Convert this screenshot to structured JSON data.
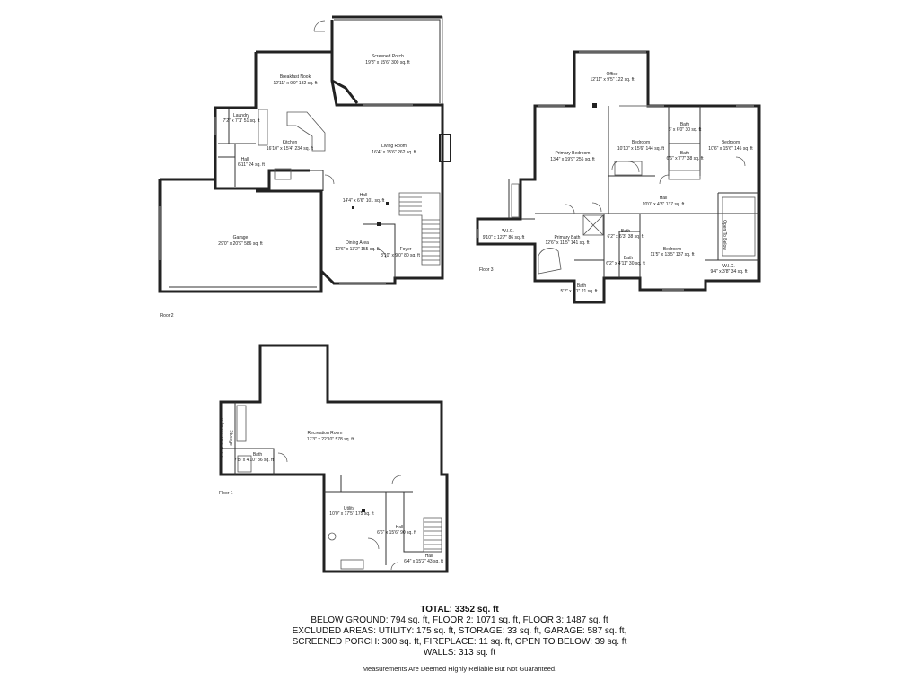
{
  "floors": {
    "floor2": {
      "name": "Floor 2",
      "rooms": {
        "screened_porch": {
          "name": "Screened Porch",
          "dims": "19'8\" x 15'6\" 300 sq. ft"
        },
        "breakfast_nook": {
          "name": "Breakfast Nook",
          "dims": "12'11\" x 9'9\" 132 sq. ft"
        },
        "laundry": {
          "name": "Laundry",
          "dims": "7'2\" x 7'1\" 51 sq. ft"
        },
        "kitchen": {
          "name": "Kitchen",
          "dims": "16'10\" x 15'4\" 234 sq. ft"
        },
        "living_room": {
          "name": "Living Room",
          "dims": "16'4\" x 15'6\" 262 sq. ft"
        },
        "hall_small": {
          "name": "Hall",
          "dims": "6'11\" 24 sq. ft"
        },
        "hall": {
          "name": "Hall",
          "dims": "14'4\" x 6'6\" 101 sq. ft"
        },
        "garage": {
          "name": "Garage",
          "dims": "29'0\" x 20'9\" 586 sq. ft"
        },
        "dining_area": {
          "name": "Dining Area",
          "dims": "12'6\" x 13'2\" 155 sq. ft"
        },
        "foyer": {
          "name": "Foyer",
          "dims": "8'10\" x 9'0\" 80 sq. ft"
        }
      }
    },
    "floor3": {
      "name": "Floor 3",
      "rooms": {
        "office": {
          "name": "Office",
          "dims": "12'11\" x 9'5\" 122 sq. ft"
        },
        "primary_bedroom": {
          "name": "Primary Bedroom",
          "dims": "13'4\" x 19'9\" 256 sq. ft"
        },
        "bedroom_a": {
          "name": "Bedroom",
          "dims": "10'10\" x 15'6\" 144 sq. ft"
        },
        "bath_a": {
          "name": "Bath",
          "dims": "5' x 6'0\" 30 sq. ft"
        },
        "bath_b": {
          "name": "Bath",
          "dims": "6'6\" x 7'7\" 38 sq. ft"
        },
        "bedroom_b": {
          "name": "Bedroom",
          "dims": "10'6\" x 15'6\" 145 sq. ft"
        },
        "hall": {
          "name": "Hall",
          "dims": "20'0\" x 4'8\" 137 sq. ft"
        },
        "wic_a": {
          "name": "W.I.C.",
          "dims": "9'10\" x 12'7\" 86 sq. ft"
        },
        "primary_bath": {
          "name": "Primary Bath",
          "dims": "12'6\" x 11'5\" 141 sq. ft"
        },
        "bath_c": {
          "name": "Bath",
          "dims": "6'2\" x 6'3\" 38 sq. ft"
        },
        "bath_d": {
          "name": "Bath",
          "dims": "6'2\" x 4'11\" 30 sq. ft"
        },
        "bedroom_c": {
          "name": "Bedroom",
          "dims": "11'5\" x 13'5\" 137 sq. ft"
        },
        "open_to_below": {
          "name": "Open To Below"
        },
        "wic_b": {
          "name": "W.I.C.",
          "dims": "9'4\" x 3'8\" 34 sq. ft"
        },
        "bath_e": {
          "name": "Bath",
          "dims": "5'2\" x 4'1\" 21 sq. ft"
        }
      }
    },
    "floor1": {
      "name": "Floor 1",
      "rooms": {
        "recreation_room": {
          "name": "Recreation Room",
          "dims": "17'3\" x 22'10\" 578 sq. ft"
        },
        "storage": {
          "name": "Storage",
          "dims": "2'7\" x 13'0\" 33 sq. ft"
        },
        "bath": {
          "name": "Bath",
          "dims": "7'8\" x 4'10\" 36 sq. ft"
        },
        "utility": {
          "name": "Utility",
          "dims": "10'0\" x 17'5\" 175 sq. ft"
        },
        "hall_a": {
          "name": "Hall",
          "dims": "6'6\" x 15'6\" 90 sq. ft"
        },
        "hall_b": {
          "name": "Hall",
          "dims": "6'4\" x 15'2\" 43 sq. ft"
        }
      }
    }
  },
  "summary": {
    "total": "TOTAL: 3352 sq. ft",
    "line1": "BELOW GROUND: 794 sq. ft, FLOOR 2: 1071 sq. ft, FLOOR 3: 1487 sq. ft",
    "line2": "EXCLUDED AREAS: UTILITY: 175 sq. ft, STORAGE: 33 sq. ft, GARAGE: 587 sq. ft,",
    "line3": "SCREENED PORCH: 300 sq. ft, FIREPLACE: 11 sq. ft, OPEN TO BELOW: 39 sq. ft",
    "line4": "WALLS: 313 sq. ft",
    "disclaimer": "Measurements Are Deemed Highly Reliable But Not Guaranteed."
  }
}
